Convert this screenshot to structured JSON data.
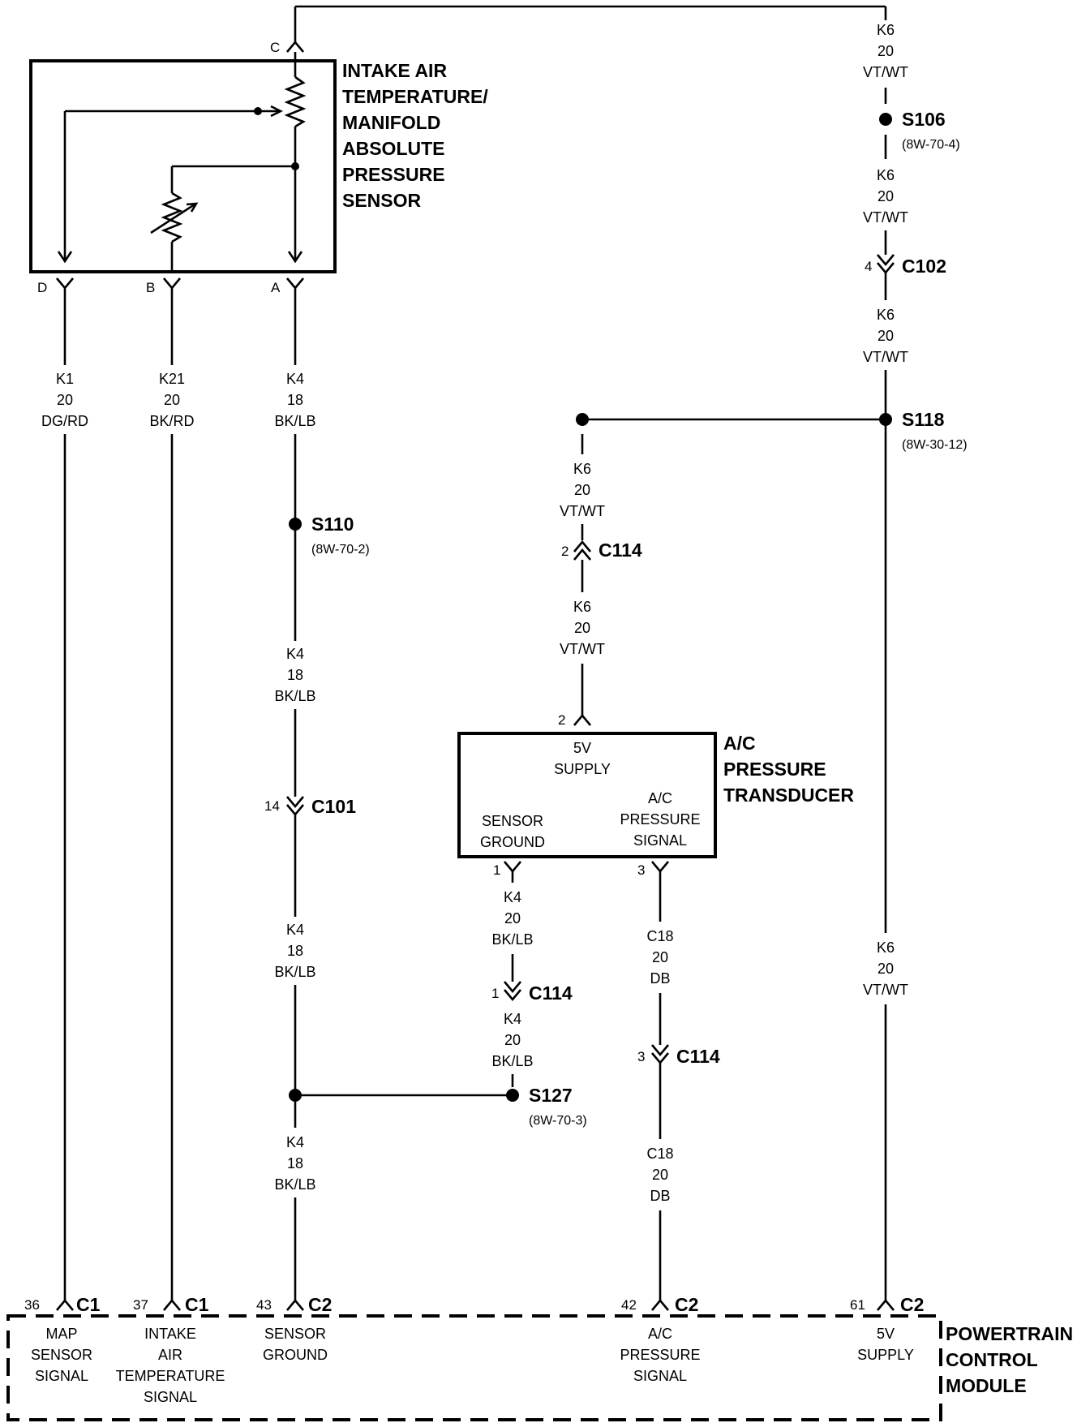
{
  "iat_map_sensor": {
    "title_lines": [
      "INTAKE AIR",
      "TEMPERATURE/",
      "MANIFOLD",
      "ABSOLUTE",
      "PRESSURE",
      "SENSOR"
    ],
    "pins": {
      "c": "C",
      "d": "D",
      "b": "B",
      "a": "A"
    }
  },
  "ac_transducer": {
    "title_lines": [
      "A/C",
      "PRESSURE",
      "TRANSDUCER"
    ],
    "supply_lines": [
      "5V",
      "SUPPLY"
    ],
    "ground_lines": [
      "SENSOR",
      "GROUND"
    ],
    "signal_lines": [
      "A/C",
      "PRESSURE",
      "SIGNAL"
    ],
    "pins": {
      "supply": "2",
      "ground": "1",
      "signal": "3"
    }
  },
  "pcm": {
    "title_lines": [
      "POWERTRAIN",
      "CONTROL",
      "MODULE"
    ],
    "terminals": [
      {
        "pin": "36",
        "conn": "C1",
        "label_lines": [
          "MAP",
          "SENSOR",
          "SIGNAL"
        ]
      },
      {
        "pin": "37",
        "conn": "C1",
        "label_lines": [
          "INTAKE",
          "AIR",
          "TEMPERATURE",
          "SIGNAL"
        ]
      },
      {
        "pin": "43",
        "conn": "C2",
        "label_lines": [
          "SENSOR",
          "GROUND"
        ]
      },
      {
        "pin": "42",
        "conn": "C2",
        "label_lines": [
          "A/C",
          "PRESSURE",
          "SIGNAL"
        ]
      },
      {
        "pin": "61",
        "conn": "C2",
        "label_lines": [
          "5V",
          "SUPPLY"
        ]
      }
    ]
  },
  "wire_labels": [
    {
      "circuit": "K1",
      "gauge": "20",
      "color": "DG/RD"
    },
    {
      "circuit": "K21",
      "gauge": "20",
      "color": "BK/RD"
    },
    {
      "circuit": "K4",
      "gauge": "18",
      "color": "BK/LB"
    },
    {
      "circuit": "K4",
      "gauge": "18",
      "color": "BK/LB"
    },
    {
      "circuit": "K4",
      "gauge": "18",
      "color": "BK/LB"
    },
    {
      "circuit": "K4",
      "gauge": "18",
      "color": "BK/LB"
    },
    {
      "circuit": "K6",
      "gauge": "20",
      "color": "VT/WT"
    },
    {
      "circuit": "K6",
      "gauge": "20",
      "color": "VT/WT"
    },
    {
      "circuit": "K6",
      "gauge": "20",
      "color": "VT/WT"
    },
    {
      "circuit": "K6",
      "gauge": "20",
      "color": "VT/WT"
    },
    {
      "circuit": "K6",
      "gauge": "20",
      "color": "VT/WT"
    },
    {
      "circuit": "K6",
      "gauge": "20",
      "color": "VT/WT"
    },
    {
      "circuit": "K4",
      "gauge": "20",
      "color": "BK/LB"
    },
    {
      "circuit": "K4",
      "gauge": "20",
      "color": "BK/LB"
    },
    {
      "circuit": "C18",
      "gauge": "20",
      "color": "DB"
    },
    {
      "circuit": "C18",
      "gauge": "20",
      "color": "DB"
    }
  ],
  "splices": [
    {
      "name": "S106",
      "ref": "(8W-70-4)"
    },
    {
      "name": "S118",
      "ref": "(8W-30-12)"
    },
    {
      "name": "S110",
      "ref": "(8W-70-2)"
    },
    {
      "name": "S127",
      "ref": "(8W-70-3)"
    }
  ],
  "connectors": [
    {
      "pin": "4",
      "name": "C102"
    },
    {
      "pin": "2",
      "name": "C114"
    },
    {
      "pin": "14",
      "name": "C101"
    },
    {
      "pin": "1",
      "name": "C114"
    },
    {
      "pin": "3",
      "name": "C114"
    }
  ]
}
